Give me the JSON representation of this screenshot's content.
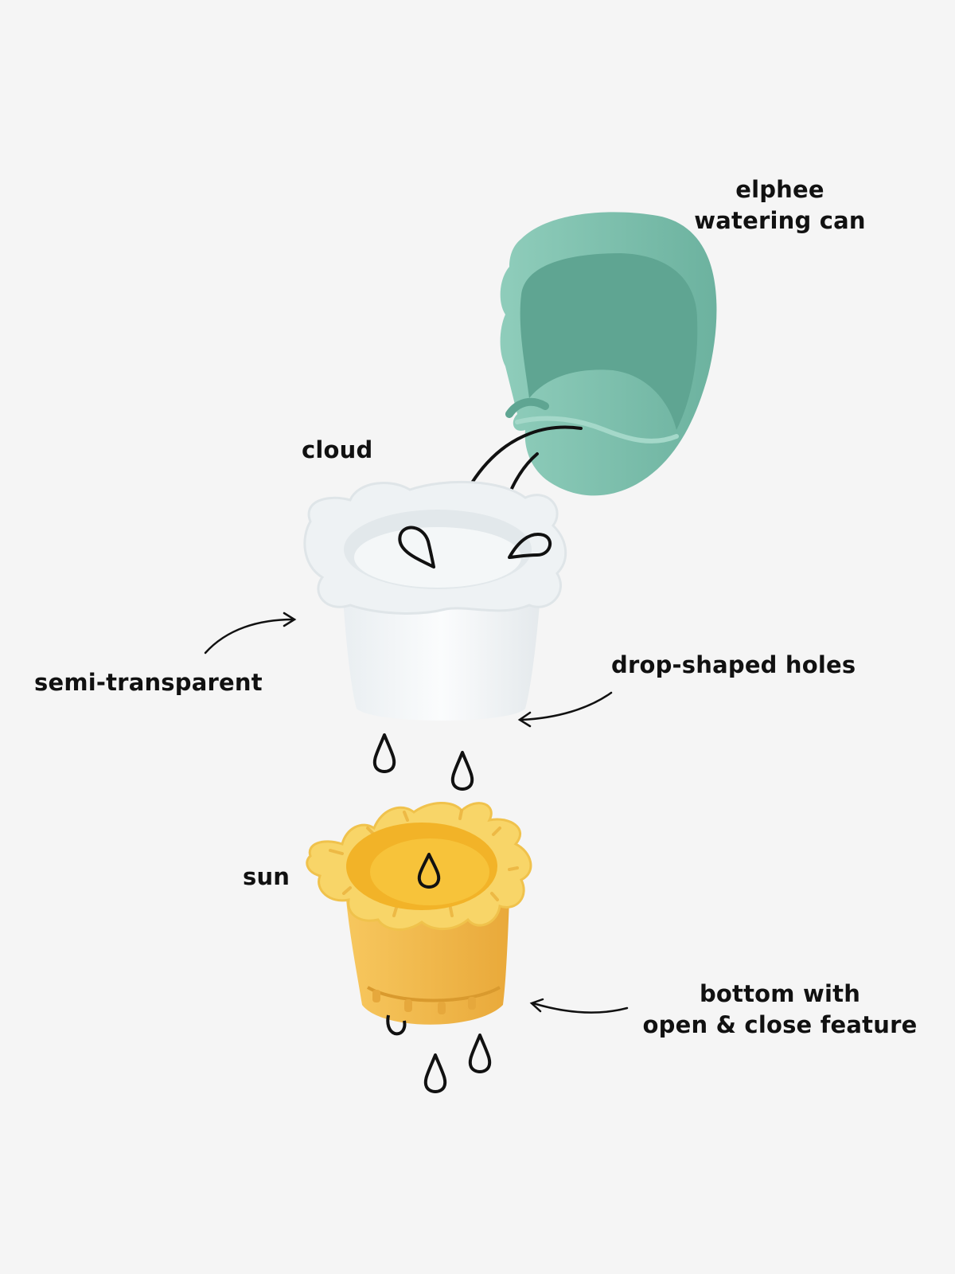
{
  "labels": {
    "watering_can": [
      "elphee",
      "watering can"
    ],
    "cloud": "cloud",
    "semi_transparent": "semi-transparent",
    "drop_holes": "drop-shaped holes",
    "sun": "sun",
    "bottom_feature": [
      "bottom with",
      "open & close feature"
    ]
  },
  "colors": {
    "background": "#f5f5f5",
    "watering_can": "#7cc0ad",
    "cloud": "#f3f6f7",
    "sun": "#f2b84a",
    "ink": "#111111"
  }
}
